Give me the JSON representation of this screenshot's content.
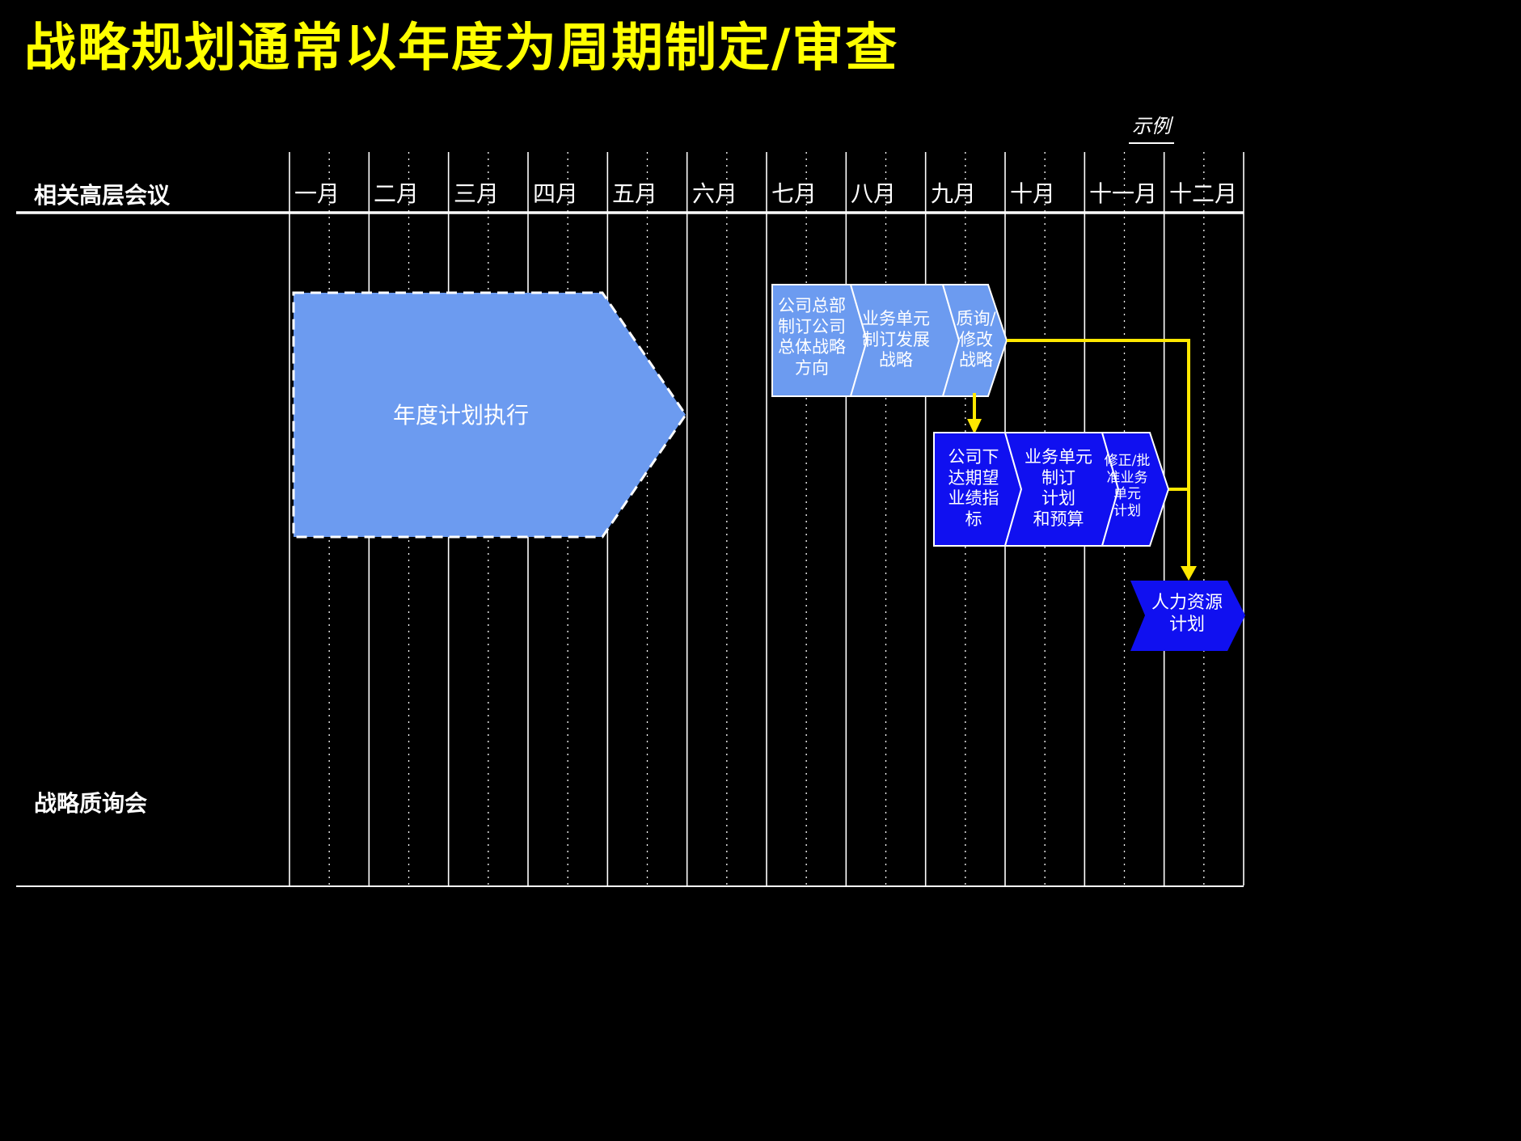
{
  "title": "战略规划通常以年度为周期制定/审查",
  "example_label": "示例",
  "row_headers": {
    "top": "相关高层会议",
    "bottom": "战略质询会"
  },
  "months": [
    "一月",
    "二月",
    "三月",
    "四月",
    "五月",
    "六月",
    "七月",
    "八月",
    "九月",
    "十月",
    "十一月",
    "十二月"
  ],
  "annual_plan": {
    "label": "年度计划执行"
  },
  "strategy_phase": {
    "corporate": "公司总部\n制订公司\n总体战略\n方向",
    "business_unit": "业务单元\n制订发展\n战略",
    "review": "质询/\n修改\n战略"
  },
  "planning_phase": {
    "targets": "公司下\n达期望\n业绩指\n标",
    "unit_plan": "业务单元\n制订\n计划\n和预算",
    "approve": "修正/批\n准业务\n单元\n计划"
  },
  "hr_plan": {
    "label": "人力资源\n计划"
  },
  "colors": {
    "background": "#000000",
    "title_yellow": "#FFFF00",
    "light_blue": "#6C9BF0",
    "bright_blue": "#1010F0",
    "connector_yellow": "#FFE800",
    "grid_white": "#FFFFFF"
  }
}
